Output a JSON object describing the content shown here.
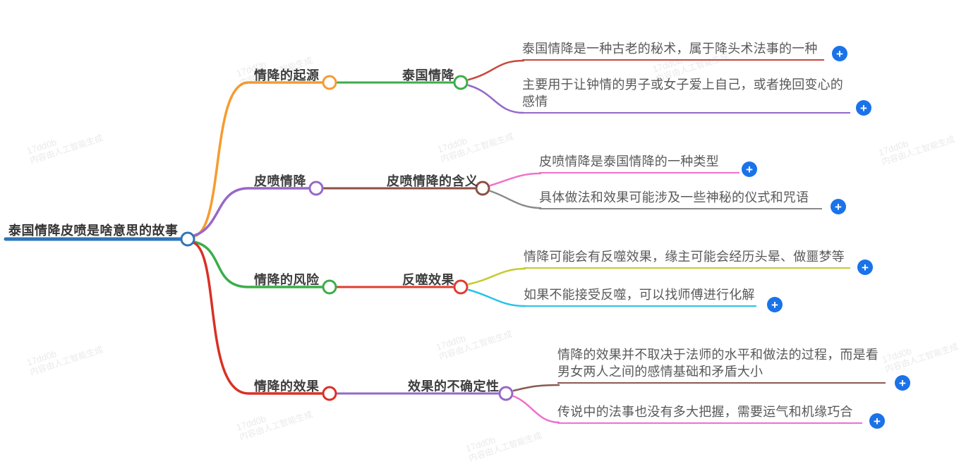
{
  "watermark": {
    "line1": "17dd0b",
    "line2": "内容由人工智能生成"
  },
  "plus": "+",
  "colors": {
    "root_blue": "#2e75b6",
    "orange": "#f79b2e",
    "green": "#3aae49",
    "red": "#d93025",
    "leaf_dark_red": "#c74a3f",
    "purple": "#9668c8",
    "brown": "#8d4f44",
    "pink": "#f272c8",
    "gray": "#8a8a8a",
    "olive": "#c6ca30",
    "cyan": "#27c4e8",
    "leaf_brown": "#8a5a50",
    "magenta_pink": "#ee6fd0",
    "plus_blue": "#1a73e8"
  },
  "root": {
    "label": "泰国情降皮喷是啥意思的故事",
    "color": "#2e75b6"
  },
  "branches": [
    {
      "label": "情降的起源",
      "color": "#f79b2e",
      "child": {
        "label": "泰国情降",
        "color": "#3aae49"
      },
      "leaves": [
        {
          "text": "泰国情降是一种古老的秘术，属于降头术法事的一种",
          "color": "#c74a3f"
        },
        {
          "text": "主要用于让钟情的男子或女子爱上自己，或者挽回变心的感情",
          "color": "#9668c8"
        }
      ]
    },
    {
      "label": "皮喷情降",
      "color": "#9668c8",
      "child": {
        "label": "皮喷情降的含义",
        "color": "#8d4f44"
      },
      "leaves": [
        {
          "text": "皮喷情降是泰国情降的一种类型",
          "color": "#f272c8"
        },
        {
          "text": "具体做法和效果可能涉及一些神秘的仪式和咒语",
          "color": "#8a8a8a"
        }
      ]
    },
    {
      "label": "情降的风险",
      "color": "#3aae49",
      "child": {
        "label": "反噬效果",
        "color": "#e03c31"
      },
      "leaves": [
        {
          "text": "情降可能会有反噬效果，缘主可能会经历头晕、做噩梦等",
          "color": "#c6ca30"
        },
        {
          "text": "如果不能接受反噬，可以找师傅进行化解",
          "color": "#27c4e8"
        }
      ]
    },
    {
      "label": "情降的效果",
      "color": "#d93025",
      "child": {
        "label": "效果的不确定性",
        "color": "#9668c8"
      },
      "leaves": [
        {
          "text": "情降的效果并不取决于法师的水平和做法的过程，而是看男女两人之间的感情基础和矛盾大小",
          "color": "#8a5a50"
        },
        {
          "text": "传说中的法事也没有多大把握，需要运气和机缘巧合",
          "color": "#ee6fd0"
        }
      ]
    }
  ]
}
